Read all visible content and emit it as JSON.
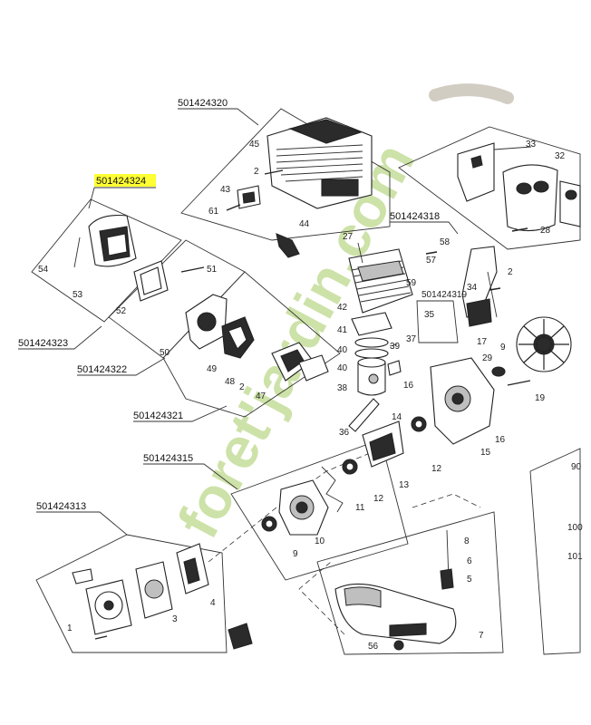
{
  "highlight": {
    "code": "501424324",
    "color": "#ffff33"
  },
  "watermark": {
    "text": "foret'jardin.com",
    "colors": {
      "green": "#c8dca0",
      "orange": "#f7c99a",
      "grey": "#cfcac0"
    }
  },
  "assemblies": [
    {
      "code": "501424320"
    },
    {
      "code": "501424318"
    },
    {
      "code": "501424323"
    },
    {
      "code": "501424322"
    },
    {
      "code": "501424321"
    },
    {
      "code": "501424319"
    },
    {
      "code": "501424315"
    },
    {
      "code": "501424313"
    }
  ],
  "callouts": {
    "n1": "1",
    "n2": "2",
    "n3": "3",
    "n4": "4",
    "n5": "5",
    "n6": "6",
    "n7": "7",
    "n8": "8",
    "n9": "9",
    "n10": "10",
    "n11": "11",
    "n12": "12",
    "n13": "13",
    "n14": "14",
    "n15": "15",
    "n16": "16",
    "n17": "17",
    "n19": "19",
    "n27": "27",
    "n28": "28",
    "n29": "29",
    "n32": "32",
    "n33": "33",
    "n34": "34",
    "n35": "35",
    "n36": "36",
    "n37": "37",
    "n38": "38",
    "n39": "39",
    "n40": "40",
    "n41": "41",
    "n42": "42",
    "n43": "43",
    "n44": "44",
    "n45": "45",
    "n47": "47",
    "n48": "48",
    "n49": "49",
    "n50": "50",
    "n51": "51",
    "n52": "52",
    "n53": "53",
    "n54": "54",
    "n56": "56",
    "n57": "57",
    "n58": "58",
    "n59": "59",
    "n61": "61",
    "e1": "2",
    "e2": "2",
    "e3": "2",
    "e4": "9",
    "e5": "12",
    "e6": "12",
    "e7": "16",
    "e8": "40",
    "c90": "90",
    "c100": "100",
    "c101": "101"
  }
}
